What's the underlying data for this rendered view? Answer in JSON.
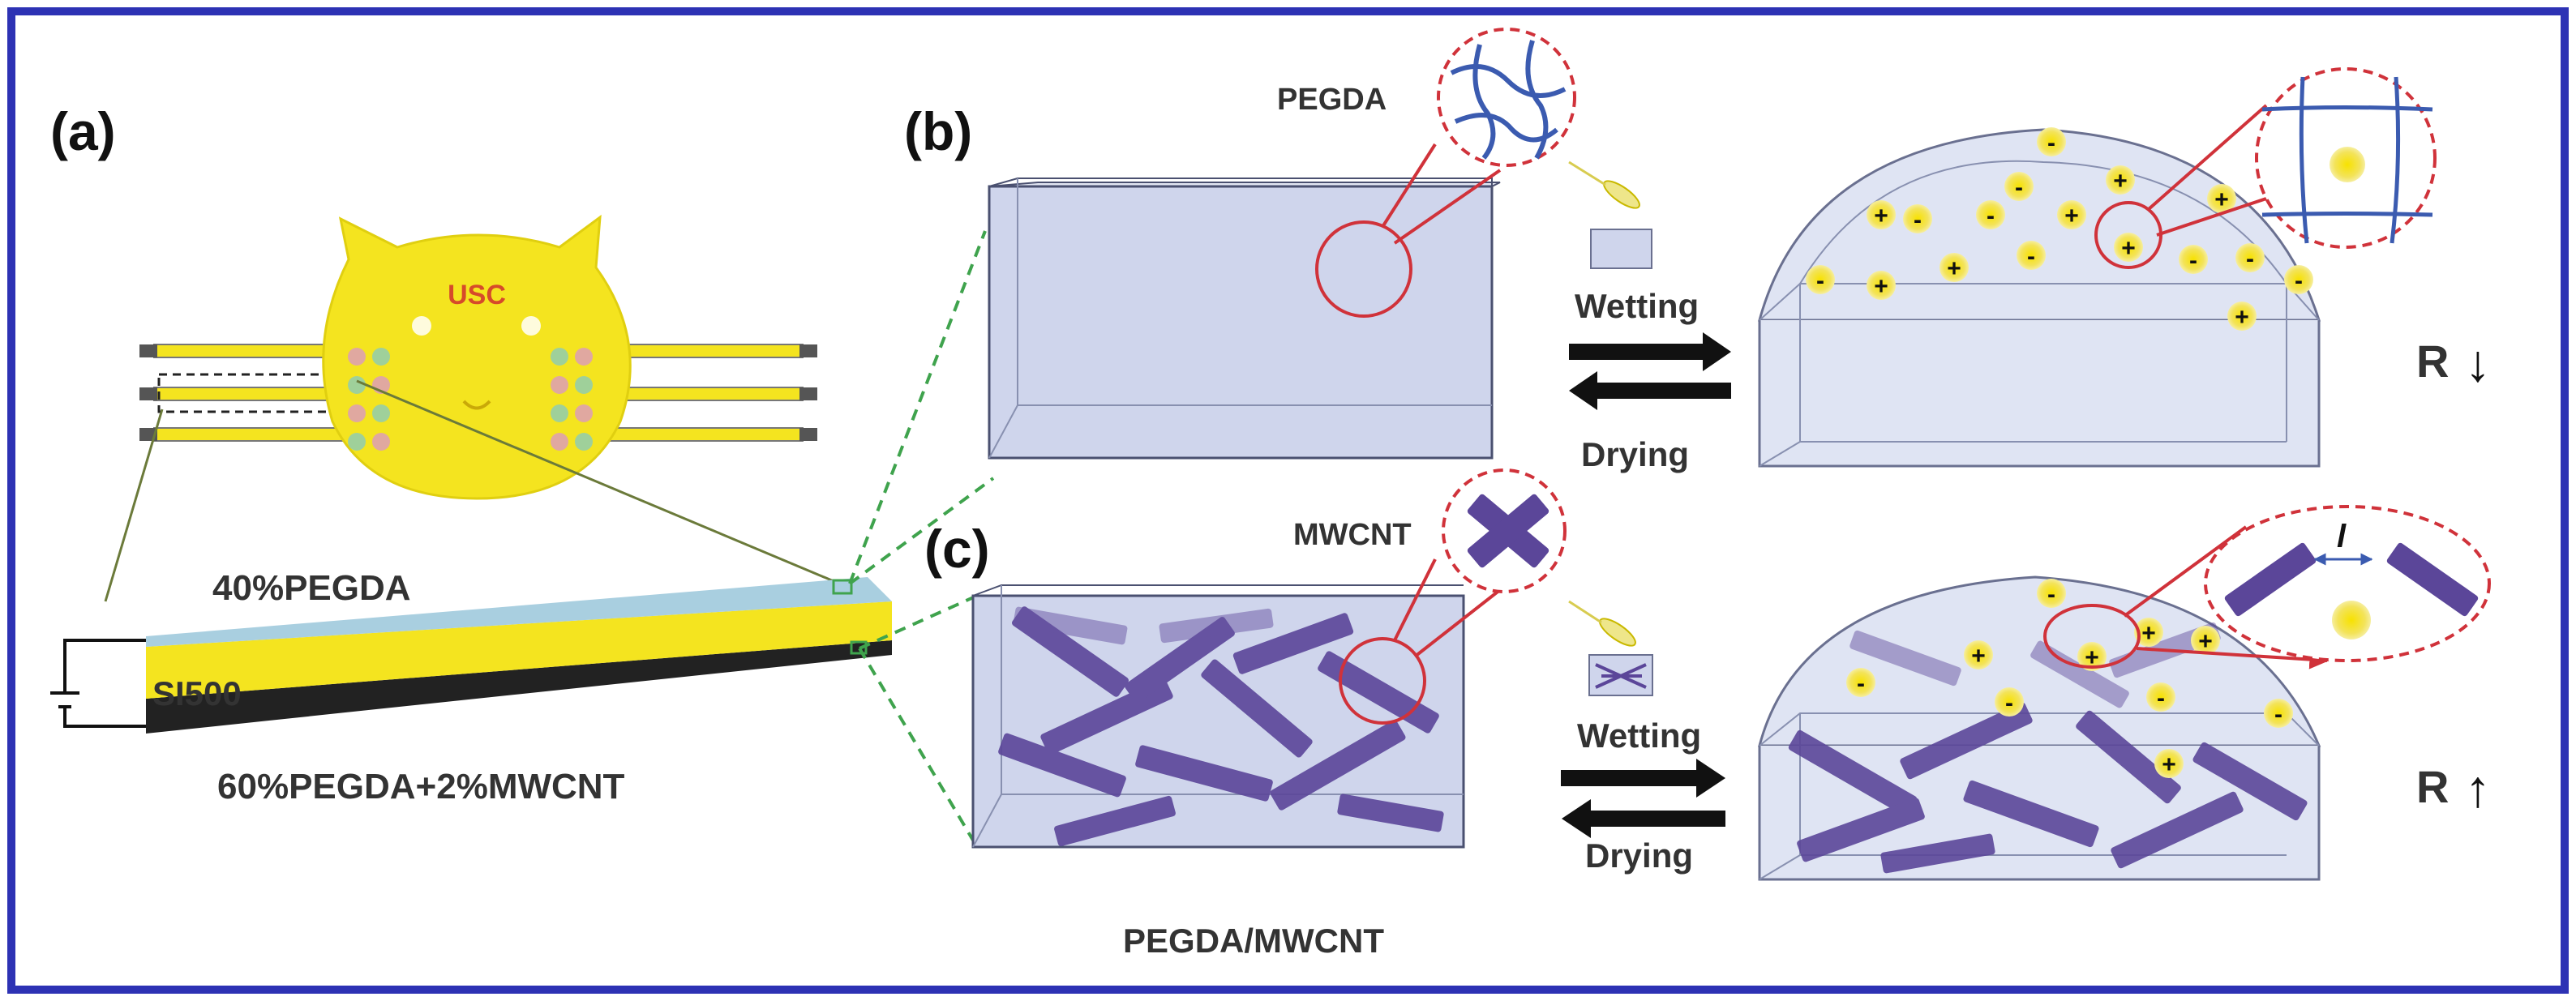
{
  "panels": {
    "a": "(a)",
    "b": "(b)",
    "c": "(c)"
  },
  "device": {
    "logo_text": "USC",
    "layers": {
      "top": "40%PEGDA",
      "middle": "SI500",
      "bottom": "60%PEGDA+2%MWCNT"
    }
  },
  "panel_b": {
    "inset_label": "PEGDA",
    "arrow_forward": "Wetting",
    "arrow_backward": "Drying",
    "resistance": {
      "symbol": "R",
      "direction": "↓"
    }
  },
  "panel_c": {
    "inset_label": "MWCNT",
    "caption": "PEGDA/MWCNT",
    "arrow_forward": "Wetting",
    "arrow_backward": "Drying",
    "gap_label": "l",
    "resistance": {
      "symbol": "R",
      "direction": "↑"
    }
  },
  "colors": {
    "frame": "#2d32b4",
    "yellow": "#f4e41f",
    "box_fill": "#cfd5ec",
    "box_stroke": "#4a5070",
    "cnt": "#5b4699",
    "red": "#d0323a",
    "green_dash": "#3fa34d",
    "polymer_blue": "#3b5bb0"
  }
}
